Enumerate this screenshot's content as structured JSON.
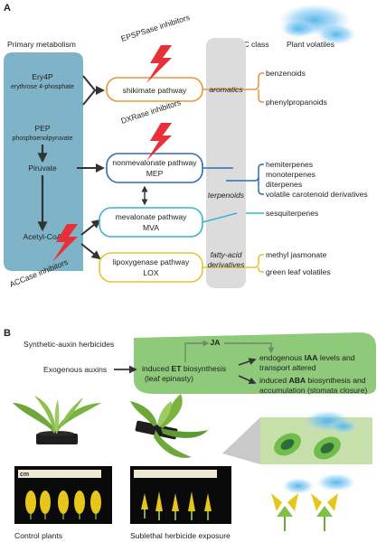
{
  "panel_a": {
    "panel_letter": "A",
    "headers": {
      "primary_metabolism": "Primary metabolism",
      "voc_class": "VOC class",
      "plant_volatiles": "Plant volatiles"
    },
    "metabolites": {
      "ery4p": "Ery4P",
      "ery4p_full": "erythrose 4-phosphate",
      "pep": "PEP",
      "pep_full": "phosphoenolpyruvate",
      "piruvate": "Piruvate",
      "acetyl_coa": "Acetyl-CoA"
    },
    "inhibitors": {
      "epsps": "EPSPSase inhibitors",
      "dxr": "DXRase inhibitors",
      "accase": "ACCase inhibitors"
    },
    "pathways": {
      "shikimate": "shikimate pathway",
      "mep_line1": "nonmevalonate pathway",
      "mep_line2": "MEP",
      "mva_line1": "mevalonate pathway",
      "mva_line2": "MVA",
      "lox_line1": "lipoxygenase pathway",
      "lox_line2": "LOX"
    },
    "voc_classes": {
      "aromatics": "aromatics",
      "terpenoids": "terpenoids",
      "fatty_line1": "fatty-acid",
      "fatty_line2": "derivatives"
    },
    "volatiles": {
      "benzenoids": "benzenoids",
      "phenylpropanoids": "phenylpropanoids",
      "hemiterpenes": "hemiterpenes",
      "monoterpenes": "monoterpenes",
      "diterpenes": "diterpenes",
      "carotenoid": "volatile carotenoid derivatives",
      "sesquiterpenes": "sesquiterpenes",
      "methyl_jasmonate": "methyl jasmonate",
      "green_leaf": "green leaf volatiles"
    },
    "colors": {
      "primary_box": "#7fb3c7",
      "voc_column": "#dcdcdc",
      "shikimate": "#e8963a",
      "mep": "#2e6fb0",
      "mva": "#3ab2cf",
      "lox": "#e2c531",
      "bolt": "#e8303a"
    }
  },
  "panel_b": {
    "panel_letter": "B",
    "title": "Synthetic-auxin herbicides",
    "exogenous": "Exogenous auxins",
    "ja": "JA",
    "et_line1_pre": "induced ",
    "et_line1_bold": "ET",
    "et_line1_post": " biosynthesis",
    "et_line2": "(leaf epinasty)",
    "iaa_line1_pre": "endogenous ",
    "iaa_line1_bold": "IAA",
    "iaa_line1_post": " levels and",
    "iaa_line2": "transport altered",
    "aba_line1_pre": "induced ",
    "aba_line1_bold": "ABA",
    "aba_line1_post": " biosynthesis and",
    "aba_line2": "accumulation (stomata closure)",
    "ruler_label": "cm",
    "caption_control": "Control plants",
    "caption_treated": "Sublethal herbicide exposure",
    "colors": {
      "green_box": "#8fc97a",
      "stomata": "#2f6b3a"
    }
  }
}
